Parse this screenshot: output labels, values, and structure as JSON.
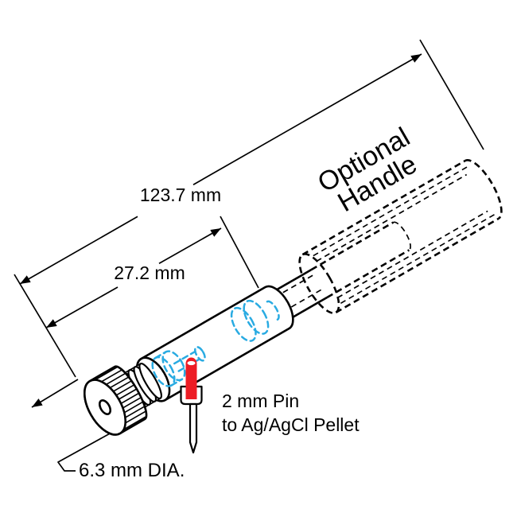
{
  "diagram": {
    "title": "electrode-with-optional-handle-technical-drawing",
    "dimensions": {
      "total_length_label": "123.7 mm",
      "body_length_label": "27.2 mm",
      "diameter_label": "6.3 mm DIA."
    },
    "callouts": {
      "pin_line1": "2 mm Pin",
      "pin_line2": "to Ag/AgCl Pellet",
      "handle_line1": "Optional",
      "handle_line2": "Handle"
    },
    "colors": {
      "line": "#000000",
      "internal_hidden": "#29ABE2",
      "pin_red": "#ED1C24",
      "background": "#FFFFFF"
    }
  }
}
